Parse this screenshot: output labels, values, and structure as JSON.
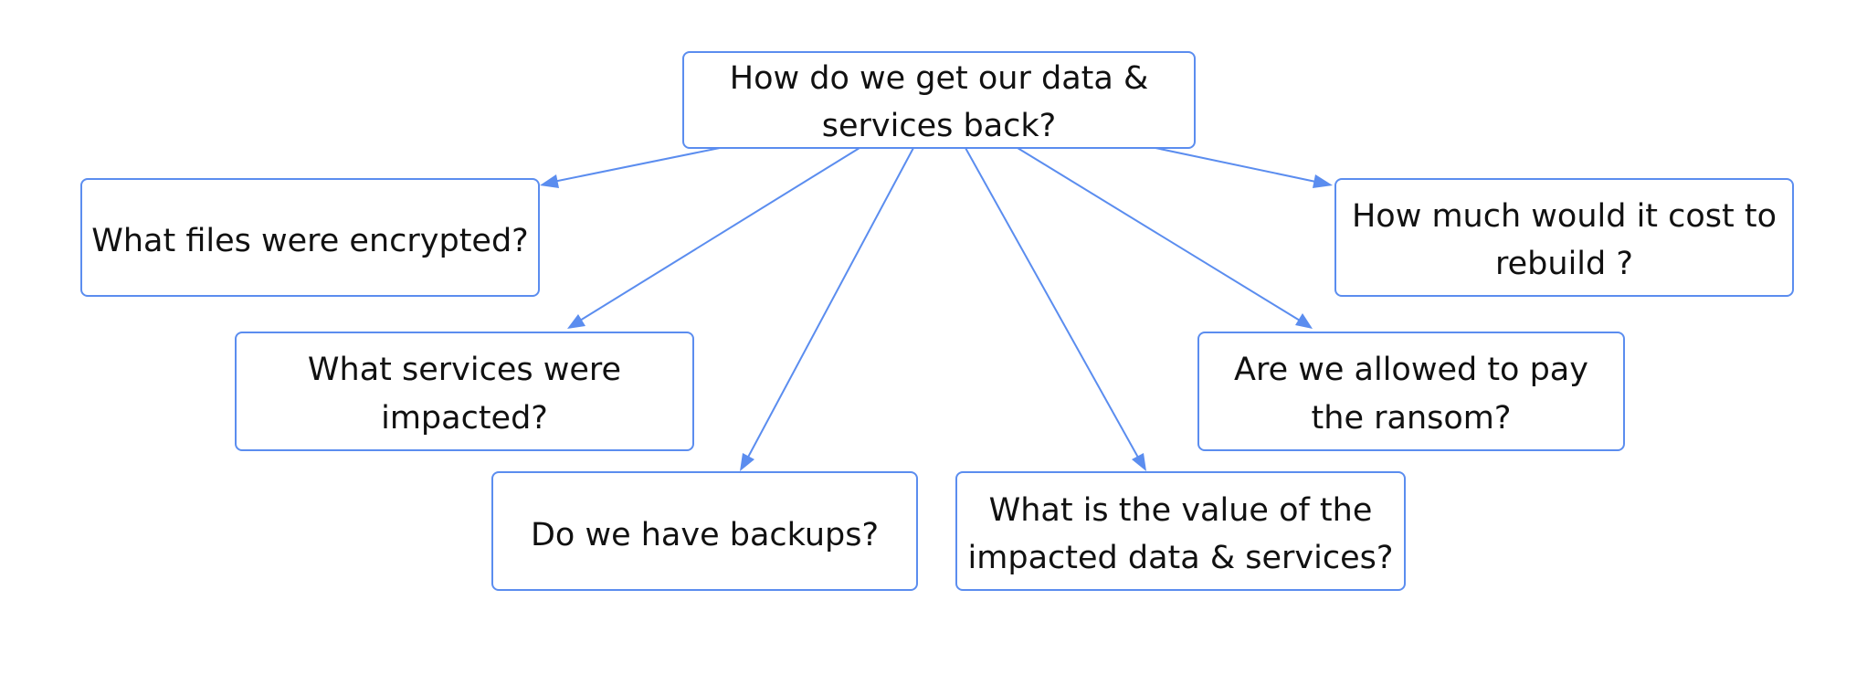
{
  "diagram": {
    "root": {
      "line1": "How do we get our data &",
      "line2": "services back?"
    },
    "children": [
      {
        "id": "files",
        "line1": "What files were encrypted?",
        "line2": ""
      },
      {
        "id": "services",
        "line1": "What services were",
        "line2": "impacted?"
      },
      {
        "id": "backups",
        "line1": "Do we have backups?",
        "line2": ""
      },
      {
        "id": "value",
        "line1": "What is the value of the",
        "line2": "impacted data & services?"
      },
      {
        "id": "ransom",
        "line1": "Are we allowed to pay",
        "line2": "the ransom?"
      },
      {
        "id": "rebuild",
        "line1": "How much would it cost to",
        "line2": "rebuild ?"
      }
    ],
    "colors": {
      "stroke": "#5b8def",
      "text": "#111111",
      "background": "#ffffff"
    }
  }
}
